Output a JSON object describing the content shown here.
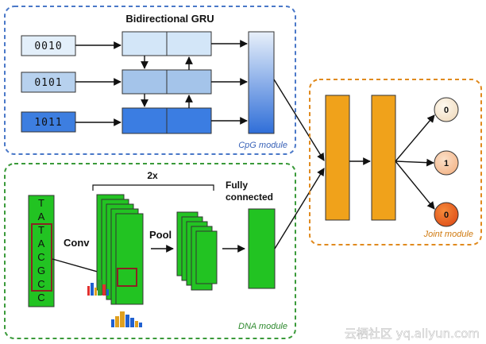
{
  "cpg_module": {
    "title": "Bidirectional GRU",
    "label": "CpG module",
    "inputs": [
      "0010",
      "0101",
      "1011"
    ],
    "border_color": "#4a78c8"
  },
  "dna_module": {
    "label": "DNA module",
    "sequence": [
      "T",
      "A",
      "T",
      "A",
      "C",
      "G",
      "C",
      "C"
    ],
    "conv_label": "Conv",
    "pool_label": "Pool",
    "repeat_label": "2x",
    "fc_label_line1": "Fully",
    "fc_label_line2": "connected",
    "border_color": "#3a9a3a"
  },
  "joint_module": {
    "label": "Joint module",
    "outputs": [
      "0",
      "1",
      "0"
    ],
    "border_color": "#e08a1e"
  },
  "colors": {
    "green": "#22c322",
    "orange": "#f0a21b",
    "blue_light": "#cfe4f7",
    "blue_mid": "#9dbfe6",
    "blue_dark": "#3d7ee0"
  },
  "watermark": "云栖社区 yq.aliyun.com"
}
